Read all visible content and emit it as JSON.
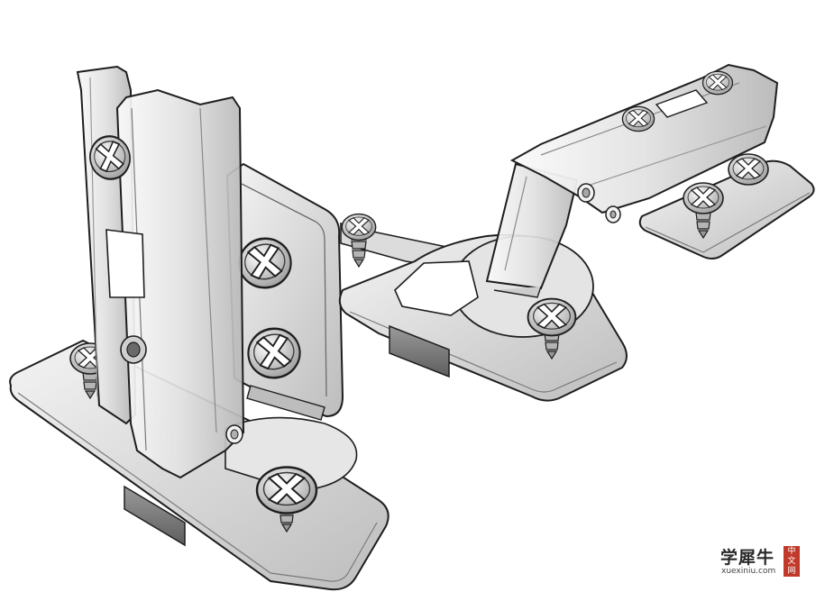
{
  "watermark": {
    "main_text": "学犀牛",
    "sub_text": "xuexiniu.com",
    "seal_chars": [
      "中",
      "文",
      "网"
    ]
  },
  "colors": {
    "outline": "#1e1e1e",
    "metal_light": "#eeeeee",
    "metal_mid": "#cfcfcf",
    "metal_dark": "#8a8a8a",
    "seal": "#c0392b"
  },
  "parts": {
    "left_hinge": {
      "icon": "concealed-hinge-open-90"
    },
    "right_hinge": {
      "icon": "concealed-hinge-closed"
    },
    "screws": {
      "icon": "phillips-screw-icon"
    }
  }
}
